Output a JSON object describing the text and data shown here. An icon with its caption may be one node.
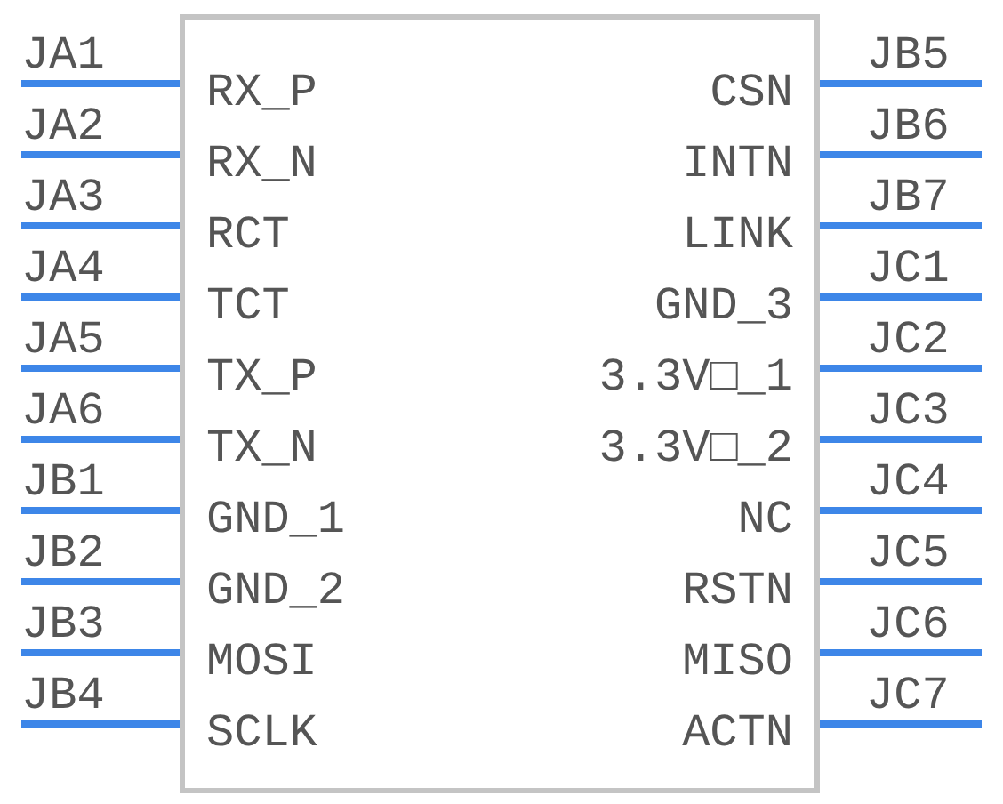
{
  "diagram": {
    "nodes": [
      {
        "text": [],
        "shape": "box"
      },
      {
        "text": [
          "RX_P"
        ],
        "in": 0
      },
      {
        "text": [
          "RX_N"
        ],
        "in": 0
      },
      {
        "text": [
          "RCT"
        ],
        "in": 0
      },
      {
        "text": [
          "TCT"
        ],
        "in": 0
      },
      {
        "text": [
          "TX_P"
        ],
        "in": 0
      },
      {
        "text": [
          "TX_N"
        ],
        "in": 0
      },
      {
        "text": [
          "GND_1"
        ],
        "in": 0
      },
      {
        "text": [
          "GND_2"
        ],
        "in": 0
      },
      {
        "text": [
          "MOSI"
        ],
        "in": 0
      },
      {
        "text": [
          "SCLK"
        ],
        "in": 0
      },
      {
        "text": [
          "CSN"
        ],
        "in": 0
      },
      {
        "text": [
          "INTN"
        ],
        "in": 0
      },
      {
        "text": [
          "LINK"
        ],
        "in": 0
      },
      {
        "text": [
          "GND_3"
        ],
        "in": 0
      },
      {
        "text": [
          "3.3V□_1"
        ],
        "in": 0
      },
      {
        "text": [
          "3.3V□_2"
        ],
        "in": 0
      },
      {
        "text": [
          "NC"
        ],
        "in": 0
      },
      {
        "text": [
          "RSTN"
        ],
        "in": 0
      },
      {
        "text": [
          "MISO"
        ],
        "in": 0
      },
      {
        "text": [
          "ACTN"
        ],
        "in": 0
      },
      {
        "text": [
          "JA1"
        ]
      },
      {
        "text": [
          "JA2"
        ]
      },
      {
        "text": [
          "JA3"
        ]
      },
      {
        "text": [
          "JA4"
        ]
      },
      {
        "text": [
          "JA5"
        ]
      },
      {
        "text": [
          "JA6"
        ]
      },
      {
        "text": [
          "JB1"
        ]
      },
      {
        "text": [
          "JB2"
        ]
      },
      {
        "text": [
          "JB3"
        ]
      },
      {
        "text": [
          "JB4"
        ]
      },
      {
        "text": [
          "JB5"
        ]
      },
      {
        "text": [
          "JB6"
        ]
      },
      {
        "text": [
          "JB7"
        ]
      },
      {
        "text": [
          "JC1"
        ]
      },
      {
        "text": [
          "JC2"
        ]
      },
      {
        "text": [
          "JC3"
        ]
      },
      {
        "text": [
          "JC4"
        ]
      },
      {
        "text": [
          "JC5"
        ]
      },
      {
        "text": [
          "JC6"
        ]
      },
      {
        "text": [
          "JC7"
        ]
      }
    ],
    "edges": [
      {
        "from": 21,
        "to": 1,
        "arrow": "none"
      },
      {
        "from": 22,
        "to": 2,
        "arrow": "none"
      },
      {
        "from": 23,
        "to": 3,
        "arrow": "none"
      },
      {
        "from": 24,
        "to": 4,
        "arrow": "none"
      },
      {
        "from": 25,
        "to": 5,
        "arrow": "none"
      },
      {
        "from": 26,
        "to": 6,
        "arrow": "none"
      },
      {
        "from": 27,
        "to": 7,
        "arrow": "none"
      },
      {
        "from": 28,
        "to": 8,
        "arrow": "none"
      },
      {
        "from": 29,
        "to": 9,
        "arrow": "none"
      },
      {
        "from": 30,
        "to": 10,
        "arrow": "none"
      },
      {
        "from": 31,
        "to": 11,
        "arrow": "none"
      },
      {
        "from": 32,
        "to": 12,
        "arrow": "none"
      },
      {
        "from": 33,
        "to": 13,
        "arrow": "none"
      },
      {
        "from": 34,
        "to": 14,
        "arrow": "none"
      },
      {
        "from": 35,
        "to": 15,
        "arrow": "none"
      },
      {
        "from": 36,
        "to": 16,
        "arrow": "none"
      },
      {
        "from": 37,
        "to": 17,
        "arrow": "none"
      },
      {
        "from": 38,
        "to": 18,
        "arrow": "none"
      },
      {
        "from": 39,
        "to": 19,
        "arrow": "none"
      },
      {
        "from": 40,
        "to": 20,
        "arrow": "none"
      }
    ]
  }
}
